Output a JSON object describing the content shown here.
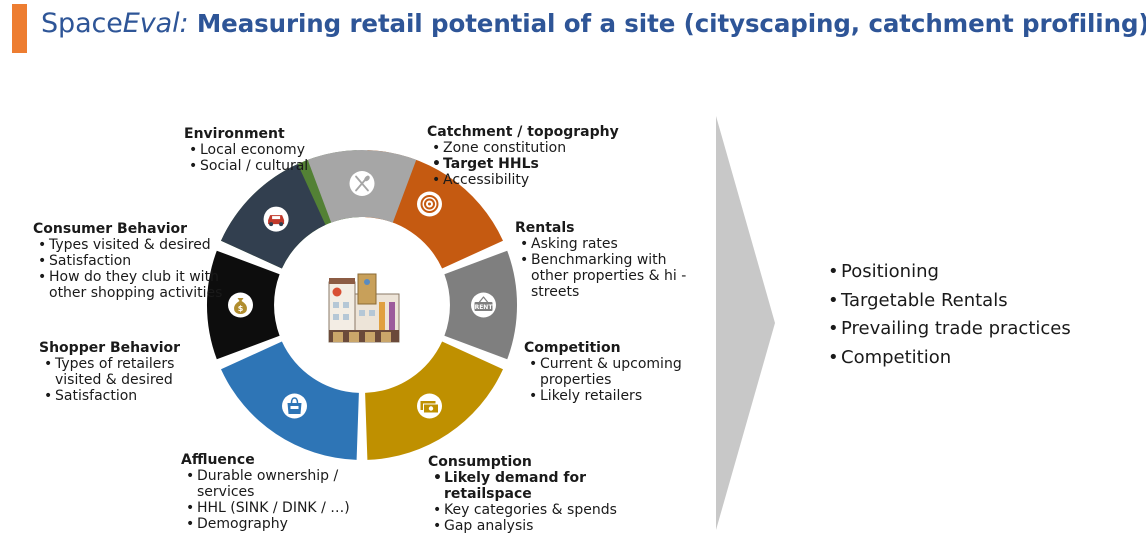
{
  "title": {
    "lead": "Space",
    "lead_em": "Eval:",
    "rest": "Measuring retail potential of a site (cityscaping, catchment profiling)"
  },
  "colors": {
    "accent": "#ed7d31",
    "title": "#2e5597",
    "environment": "#538135",
    "catchment": "#c55a11",
    "rentals": "#7f7f7f",
    "competition": "#bf9000",
    "consumption": "#2e75b6",
    "affluence": "#0d0d0d",
    "shopper": "#323f4f",
    "consumer": "#a6a6a6",
    "arrow": "#c8c8c8"
  },
  "segments": {
    "environment": {
      "icon": "growth-chart-icon",
      "heading": "Environment",
      "items": [
        "Local economy",
        "Social / cultural"
      ]
    },
    "catchment": {
      "icon": "target-icon",
      "heading": "Catchment / topography",
      "items": [
        "Zone constitution",
        "Target HHLs",
        "Accessibility"
      ]
    },
    "rentals": {
      "icon": "rent-sign-icon",
      "icon_text": "RENT",
      "heading": "Rentals",
      "items": [
        "Asking rates",
        "Benchmarking with other properties & hi - streets"
      ]
    },
    "competition": {
      "icon": "money-bills-icon",
      "heading": "Competition",
      "items": [
        "Current & upcoming properties",
        "Likely retailers"
      ]
    },
    "consumption": {
      "icon": "shopping-bag-icon",
      "heading": "Consumption",
      "items": [
        "Likely demand for retailspace",
        "Key categories & spends",
        "Gap analysis"
      ]
    },
    "affluence": {
      "icon": "money-bag-icon",
      "icon_text": "$",
      "heading": "Affluence",
      "items": [
        "Durable ownership / services",
        "HHL (SINK / DINK / …)",
        "Demography"
      ]
    },
    "shopper": {
      "icon": "car-icon",
      "heading": "Shopper Behavior",
      "items": [
        "Types of retailers visited & desired",
        "Satisfaction"
      ]
    },
    "consumer": {
      "icon": "fork-knife-icon",
      "heading": "Consumer Behavior",
      "items": [
        "Types visited & desired",
        "Satisfaction",
        "How do they club it with other shopping activities"
      ]
    }
  },
  "center_icon": "shopping-mall-building-icon",
  "outcomes": [
    "Positioning",
    "Targetable Rentals",
    "Prevailing trade practices",
    "Competition"
  ]
}
